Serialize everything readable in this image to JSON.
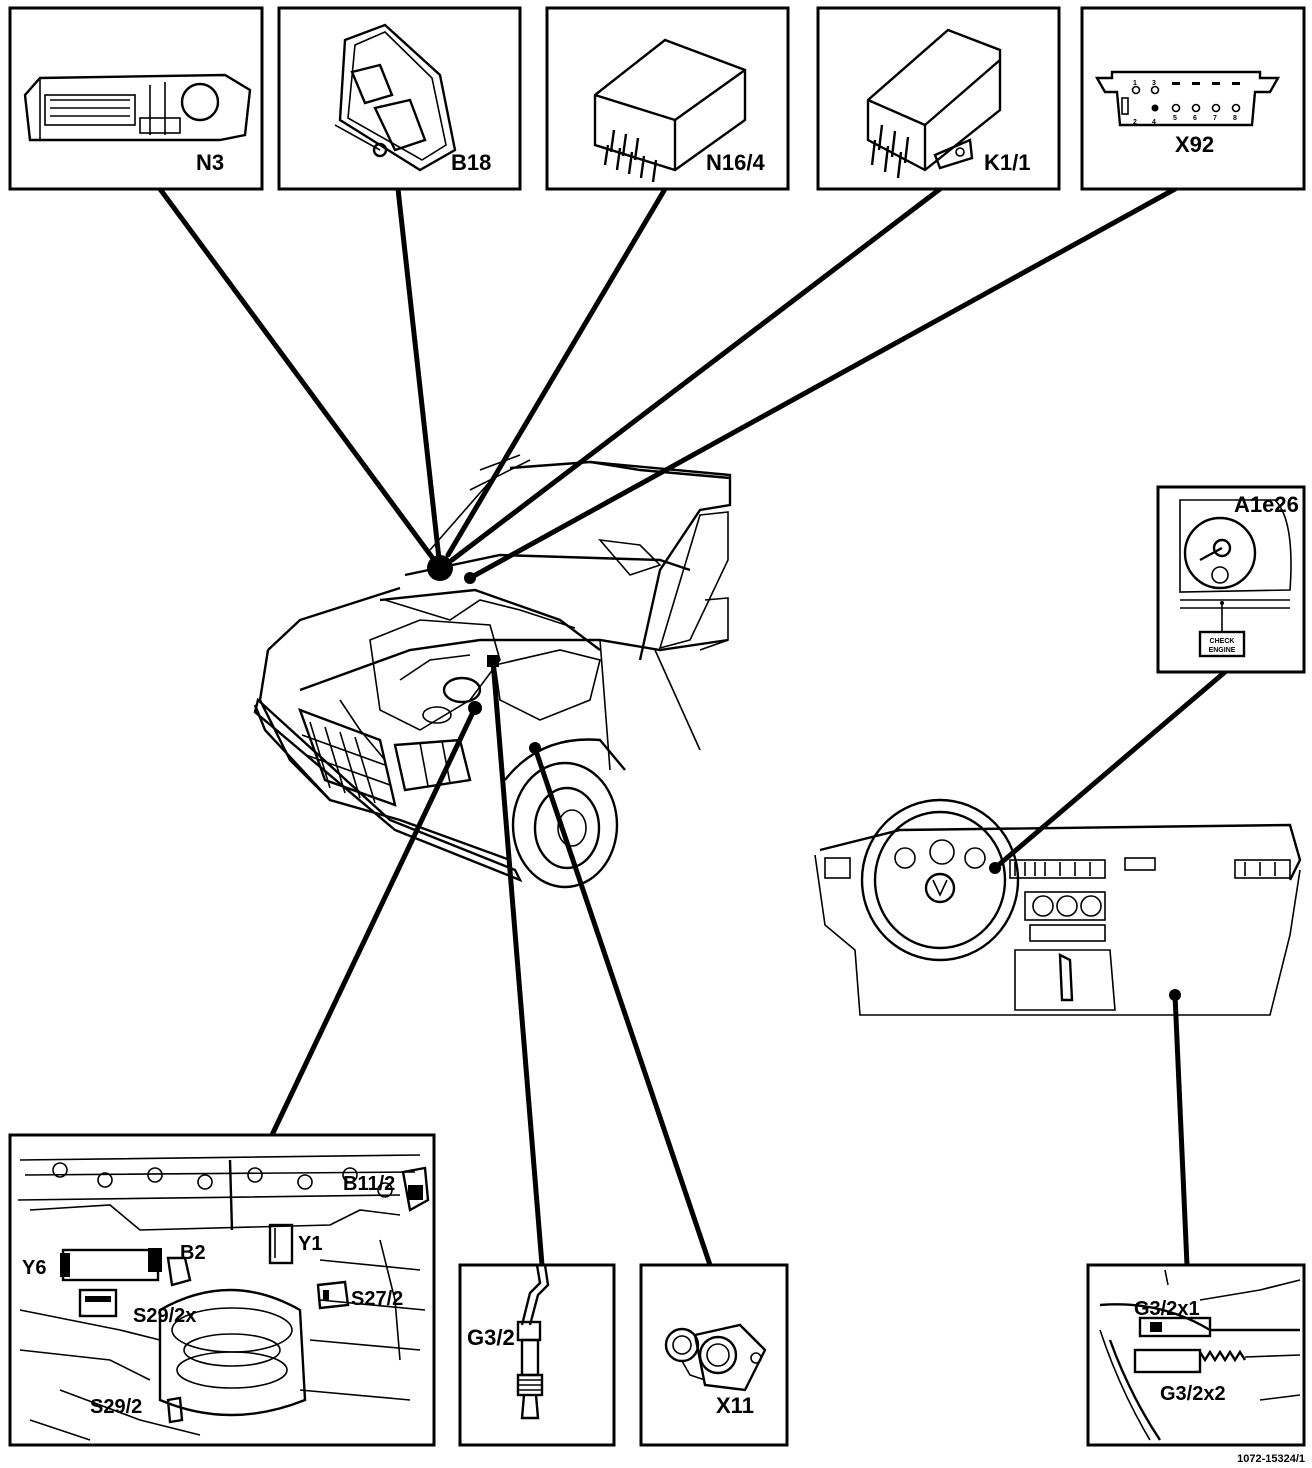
{
  "components": {
    "n3": "N3",
    "b18": "B18",
    "n16_4": "N16/4",
    "k1_1": "K1/1",
    "x92": "X92",
    "a1e26": "A1e26",
    "check_engine_line1": "CHECK",
    "check_engine_line2": "ENGINE",
    "b11_2": "B11/2",
    "y6": "Y6",
    "b2": "B2",
    "y1": "Y1",
    "s27_2": "S27/2",
    "s29_2x": "S29/2x",
    "s29_2": "S29/2",
    "g3_2": "G3/2",
    "x11": "X11",
    "g3_2x1": "G3/2x1",
    "g3_2x2": "G3/2x2"
  },
  "x92_pins": [
    "1",
    "3",
    "5",
    "6",
    "7",
    "8",
    "2",
    "4"
  ],
  "figure_ref": "1072-15324/1"
}
